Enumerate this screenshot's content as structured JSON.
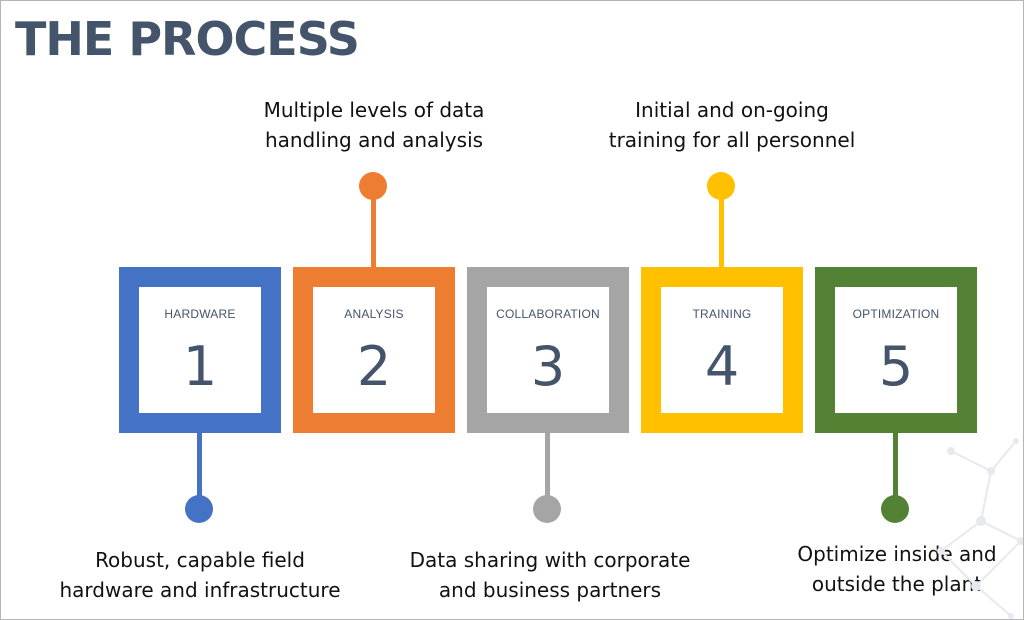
{
  "title": "THE PROCESS",
  "steps": [
    {
      "label": "HARDWARE",
      "number": "1",
      "color": "#4472c4",
      "caption": [
        "Robust, capable field",
        "hardware and infrastructure"
      ],
      "caption_position": "below"
    },
    {
      "label": "ANALYSIS",
      "number": "2",
      "color": "#ed7d31",
      "caption": [
        "Multiple levels of data",
        "handling and analysis"
      ],
      "caption_position": "above"
    },
    {
      "label": "COLLABORATION",
      "number": "3",
      "color": "#a5a5a5",
      "caption": [
        "Data sharing with corporate",
        "and business partners"
      ],
      "caption_position": "below"
    },
    {
      "label": "TRAINING",
      "number": "4",
      "color": "#ffc000",
      "caption": [
        "Initial and on-going",
        "training for all personnel"
      ],
      "caption_position": "above"
    },
    {
      "label": "OPTIMIZATION",
      "number": "5",
      "color": "#548235",
      "caption": [
        "Optimize inside and",
        "outside the plant"
      ],
      "caption_position": "below"
    }
  ]
}
